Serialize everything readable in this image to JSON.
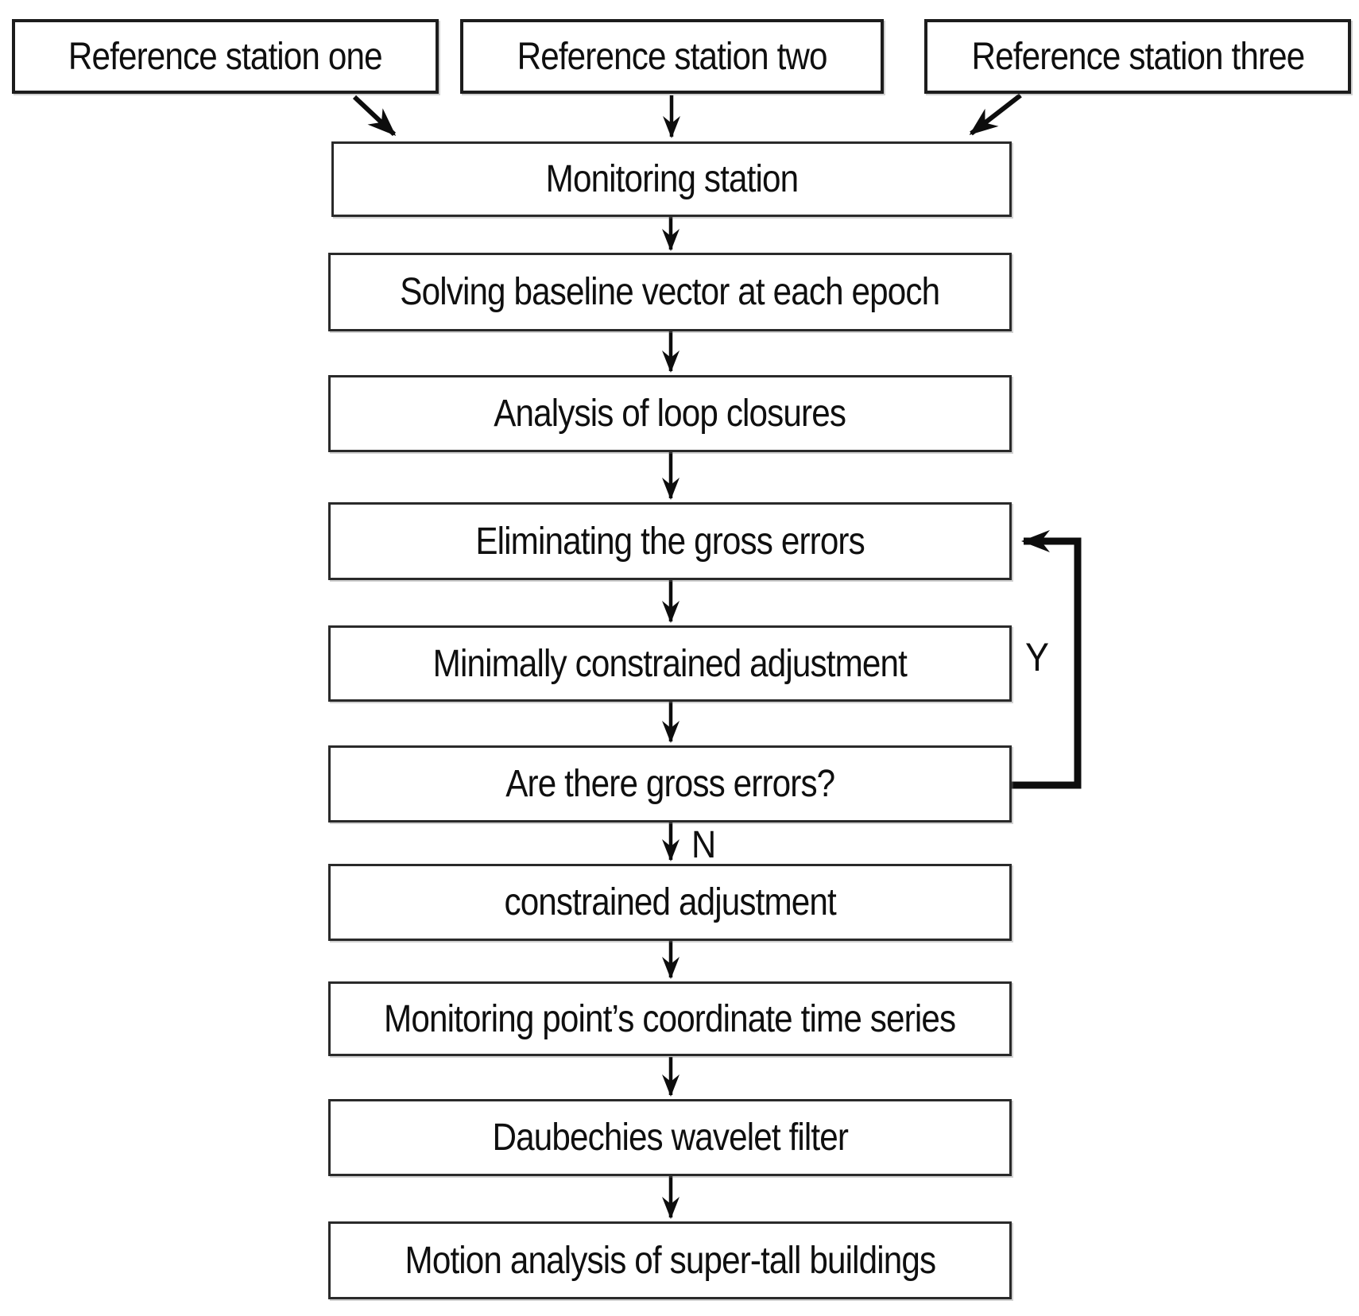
{
  "nodes": {
    "ref_one": {
      "label": "Reference station one"
    },
    "ref_two": {
      "label": "Reference station two"
    },
    "ref_three": {
      "label": "Reference station three"
    },
    "monitoring": {
      "label": "Monitoring station"
    },
    "solving": {
      "label": "Solving baseline vector at each epoch"
    },
    "loop_closures": {
      "label": "Analysis of loop closures"
    },
    "eliminating": {
      "label": "Eliminating the gross errors"
    },
    "min_adjustment": {
      "label": "Minimally constrained adjustment"
    },
    "gross_errors_q": {
      "label": "Are there gross errors?"
    },
    "constrained": {
      "label": "constrained adjustment"
    },
    "time_series": {
      "label": "Monitoring point’s coordinate time series"
    },
    "daubechies": {
      "label": "Daubechies wavelet filter"
    },
    "motion": {
      "label": "Motion analysis of super-tall buildings"
    }
  },
  "edge_labels": {
    "yes": "Y",
    "no": "N"
  },
  "colors": {
    "line": "#0d0d0d",
    "border": "#2a2a2a",
    "background": "#ffffff"
  }
}
